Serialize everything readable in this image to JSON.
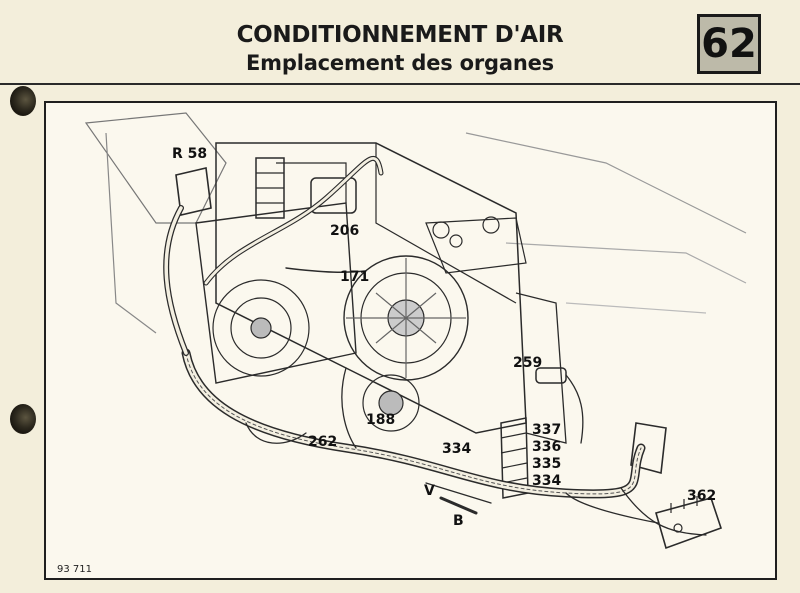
{
  "header": {
    "title": "CONDITIONNEMENT D'AIR",
    "subtitle": "Emplacement des organes",
    "chapter": "62"
  },
  "figure": {
    "ref": "93 711",
    "labels": {
      "r58": "R 58",
      "n206": "206",
      "n171": "171",
      "n259": "259",
      "n337": "337",
      "n336": "336",
      "n335": "335",
      "n334a": "334",
      "n334b": "334",
      "n188": "188",
      "n262": "262",
      "n362": "362",
      "v": "V",
      "b": "B"
    }
  }
}
